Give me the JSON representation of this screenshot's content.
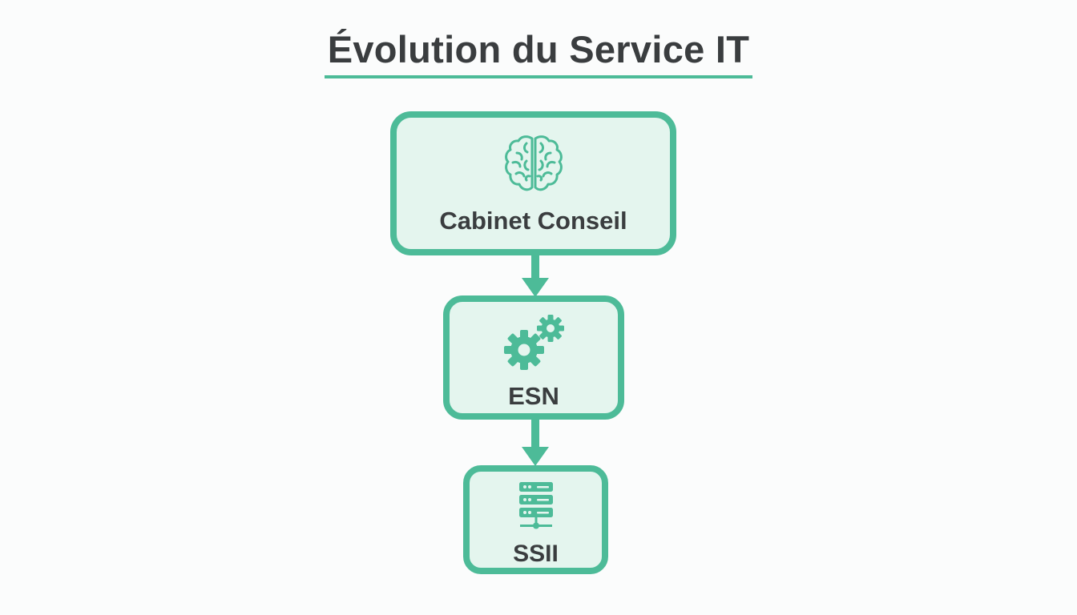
{
  "title": "Évolution du Service IT",
  "colors": {
    "accent": "#4dbb98",
    "node_fill": "#e4f5ee",
    "text": "#3a3d3f",
    "background": "#fbfcfc"
  },
  "nodes": [
    {
      "label": "Cabinet Conseil",
      "icon": "brain-icon"
    },
    {
      "label": "ESN",
      "icon": "gears-icon"
    },
    {
      "label": "SSII",
      "icon": "server-icon"
    }
  ],
  "edges": [
    {
      "from": "Cabinet Conseil",
      "to": "ESN"
    },
    {
      "from": "ESN",
      "to": "SSII"
    }
  ]
}
